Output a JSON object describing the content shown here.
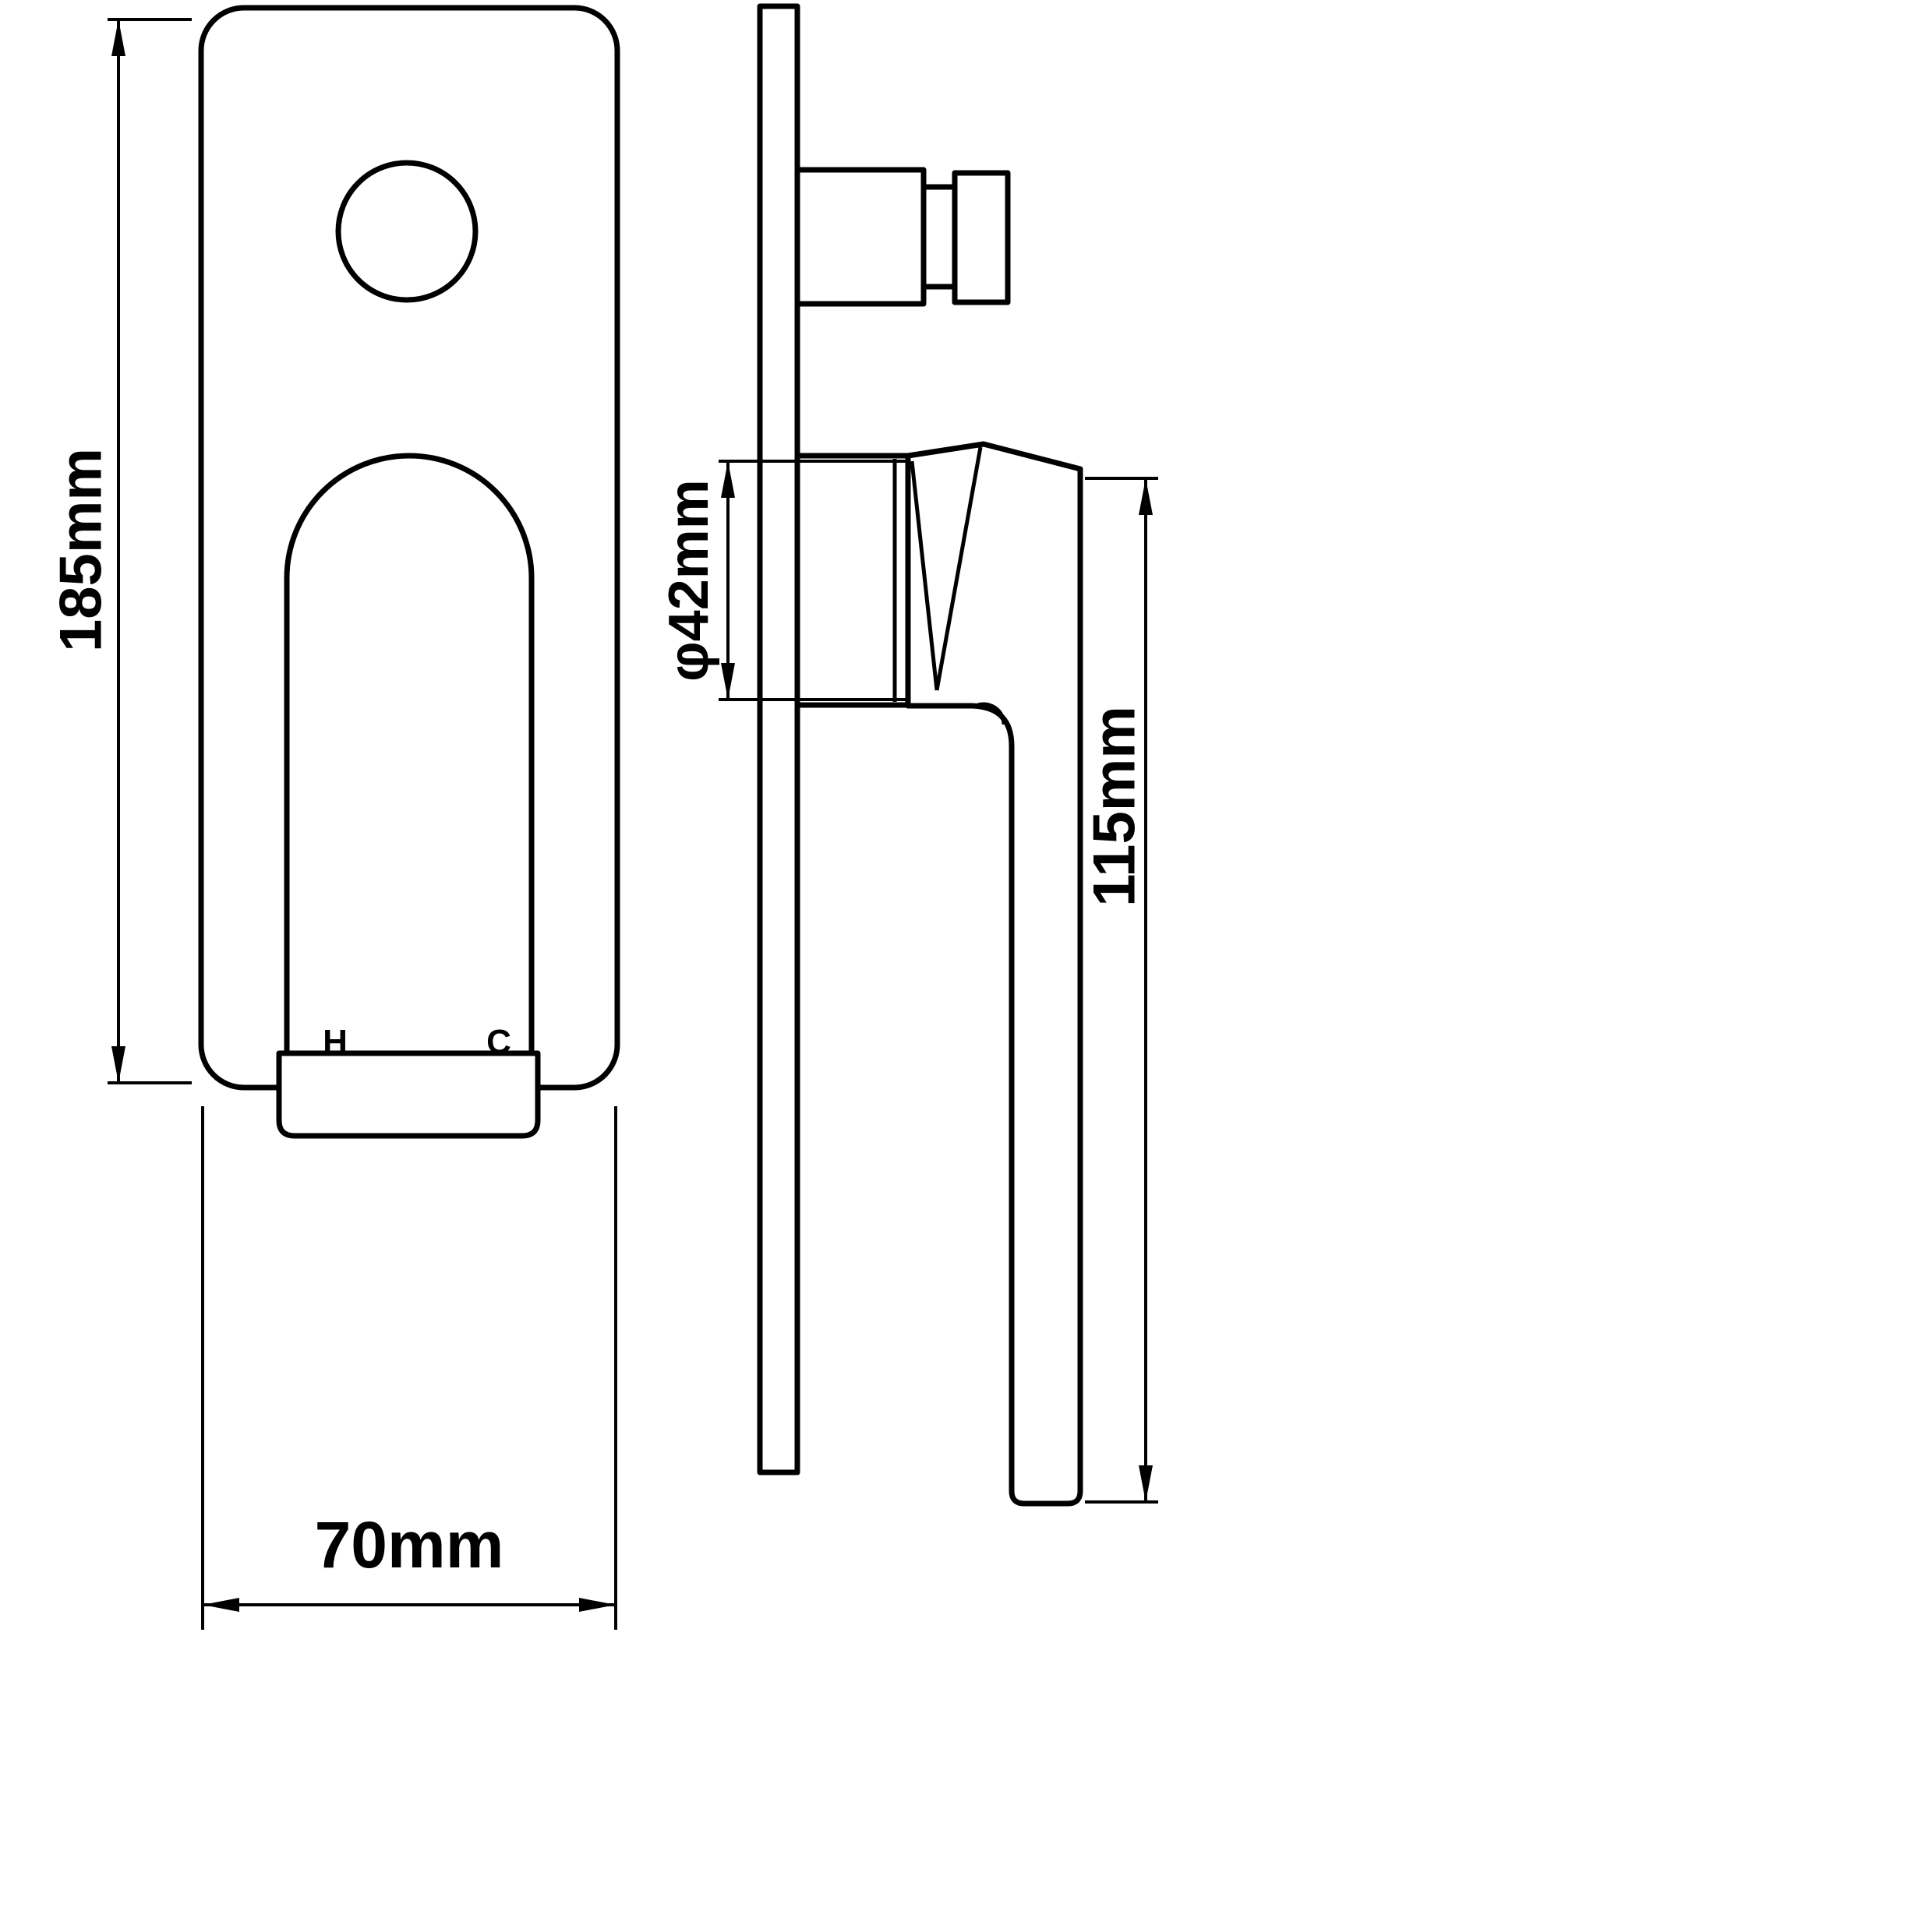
{
  "front_view": {
    "hot_label": "H",
    "cold_label": "C",
    "height_dimension_label": "185mm",
    "width_dimension_label": "70mm"
  },
  "side_view": {
    "diameter_dimension_label": "φ42mm",
    "handle_height_dimension_label": "115mm"
  },
  "style": {
    "line_color": "#000000",
    "background_color": "#ffffff"
  }
}
